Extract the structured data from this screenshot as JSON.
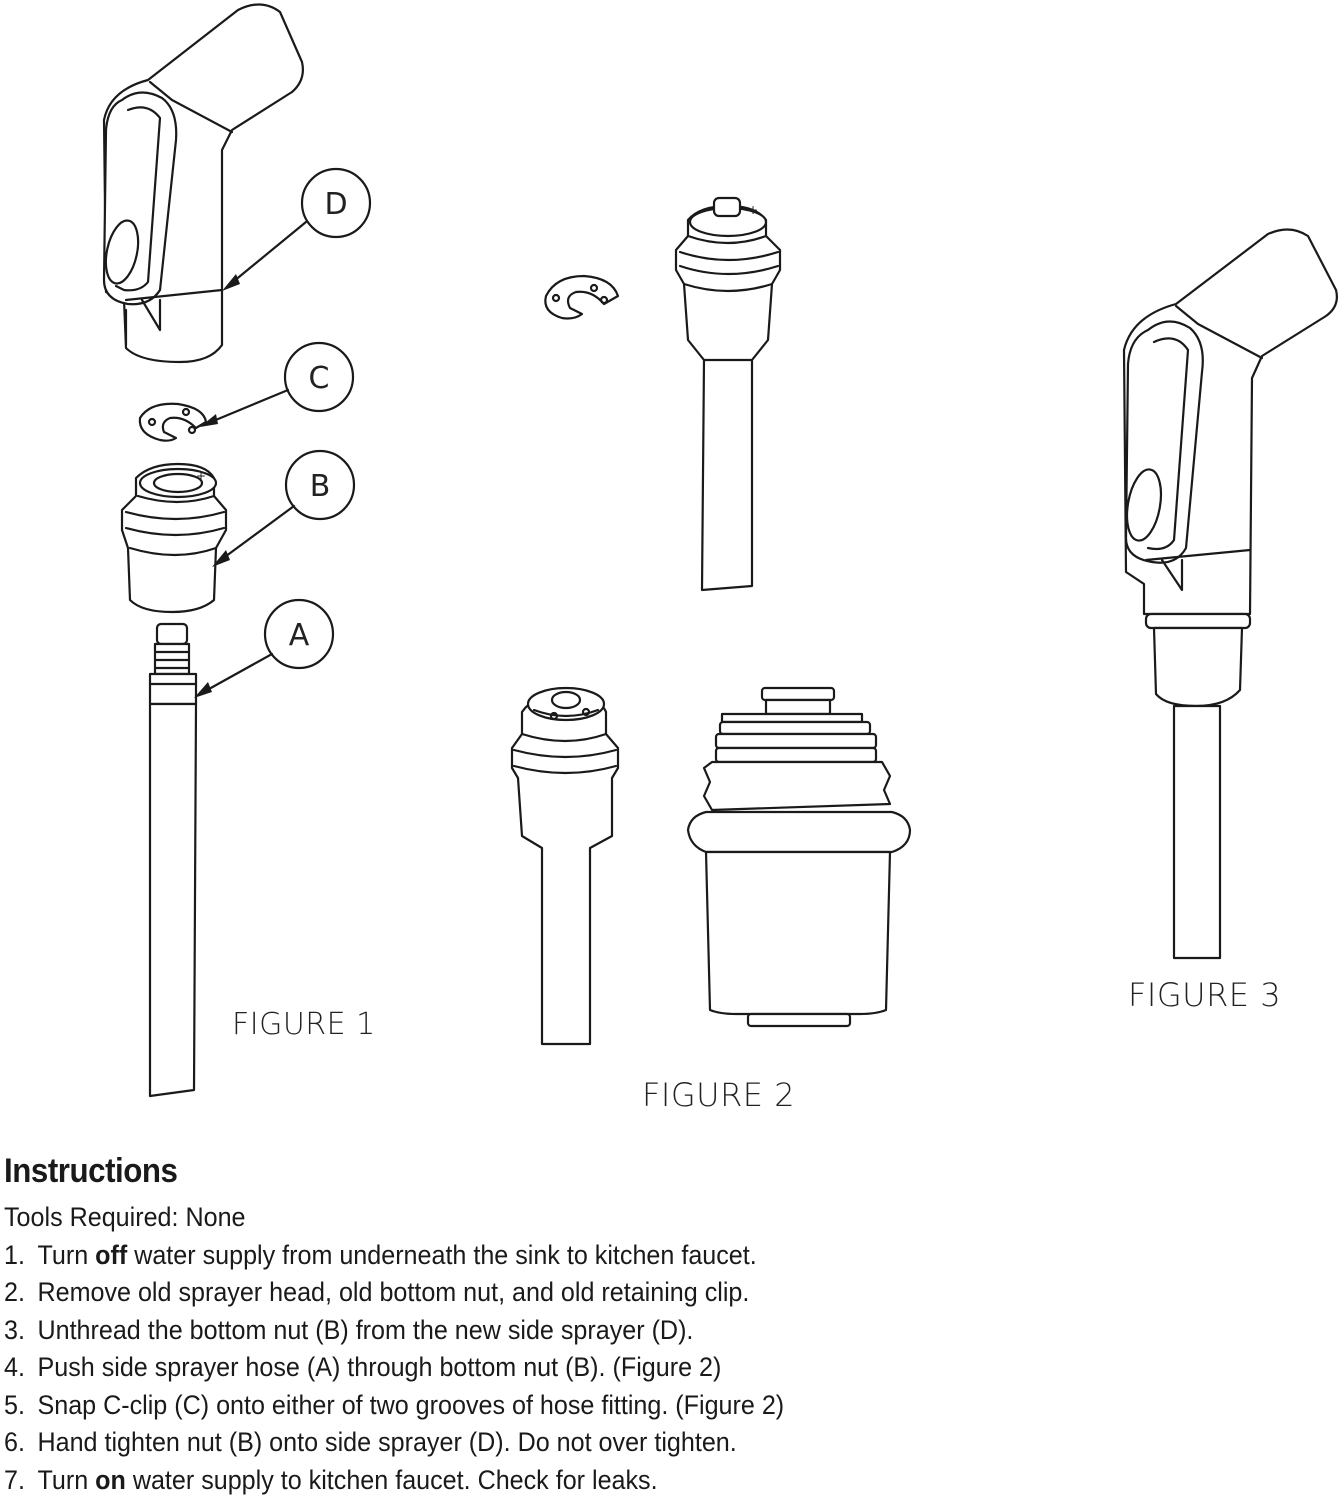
{
  "figures": {
    "figure1_label": "FIGURE 1",
    "figure2_label": "FIGURE 2",
    "figure3_label": "FIGURE 3",
    "callouts": {
      "a": "A",
      "b": "B",
      "c": "C",
      "d": "D"
    }
  },
  "instructions": {
    "title": "Instructions",
    "tools_label": "Tools Required:",
    "tools_value": "None",
    "steps": [
      {
        "num": "1.",
        "before": "Turn ",
        "bold": "off",
        "after": " water supply from underneath the sink to kitchen faucet."
      },
      {
        "num": "2.",
        "before": "Remove old sprayer head, old bottom nut, and old retaining clip.",
        "bold": "",
        "after": ""
      },
      {
        "num": "3.",
        "before": "Unthread the bottom nut (B) from the new side sprayer (D).",
        "bold": "",
        "after": ""
      },
      {
        "num": "4.",
        "before": "Push side sprayer hose (A) through bottom nut (B). (Figure 2)",
        "bold": "",
        "after": ""
      },
      {
        "num": "5.",
        "before": "Snap C-clip (C) onto either of two grooves of hose fitting. (Figure 2)",
        "bold": "",
        "after": ""
      },
      {
        "num": "6.",
        "before": "Hand tighten nut (B) onto side sprayer (D). Do not over tighten.",
        "bold": "",
        "after": ""
      },
      {
        "num": "7.",
        "before": "Turn ",
        "bold": "on",
        "after": " water supply to kitchen faucet. Check for leaks."
      }
    ]
  }
}
